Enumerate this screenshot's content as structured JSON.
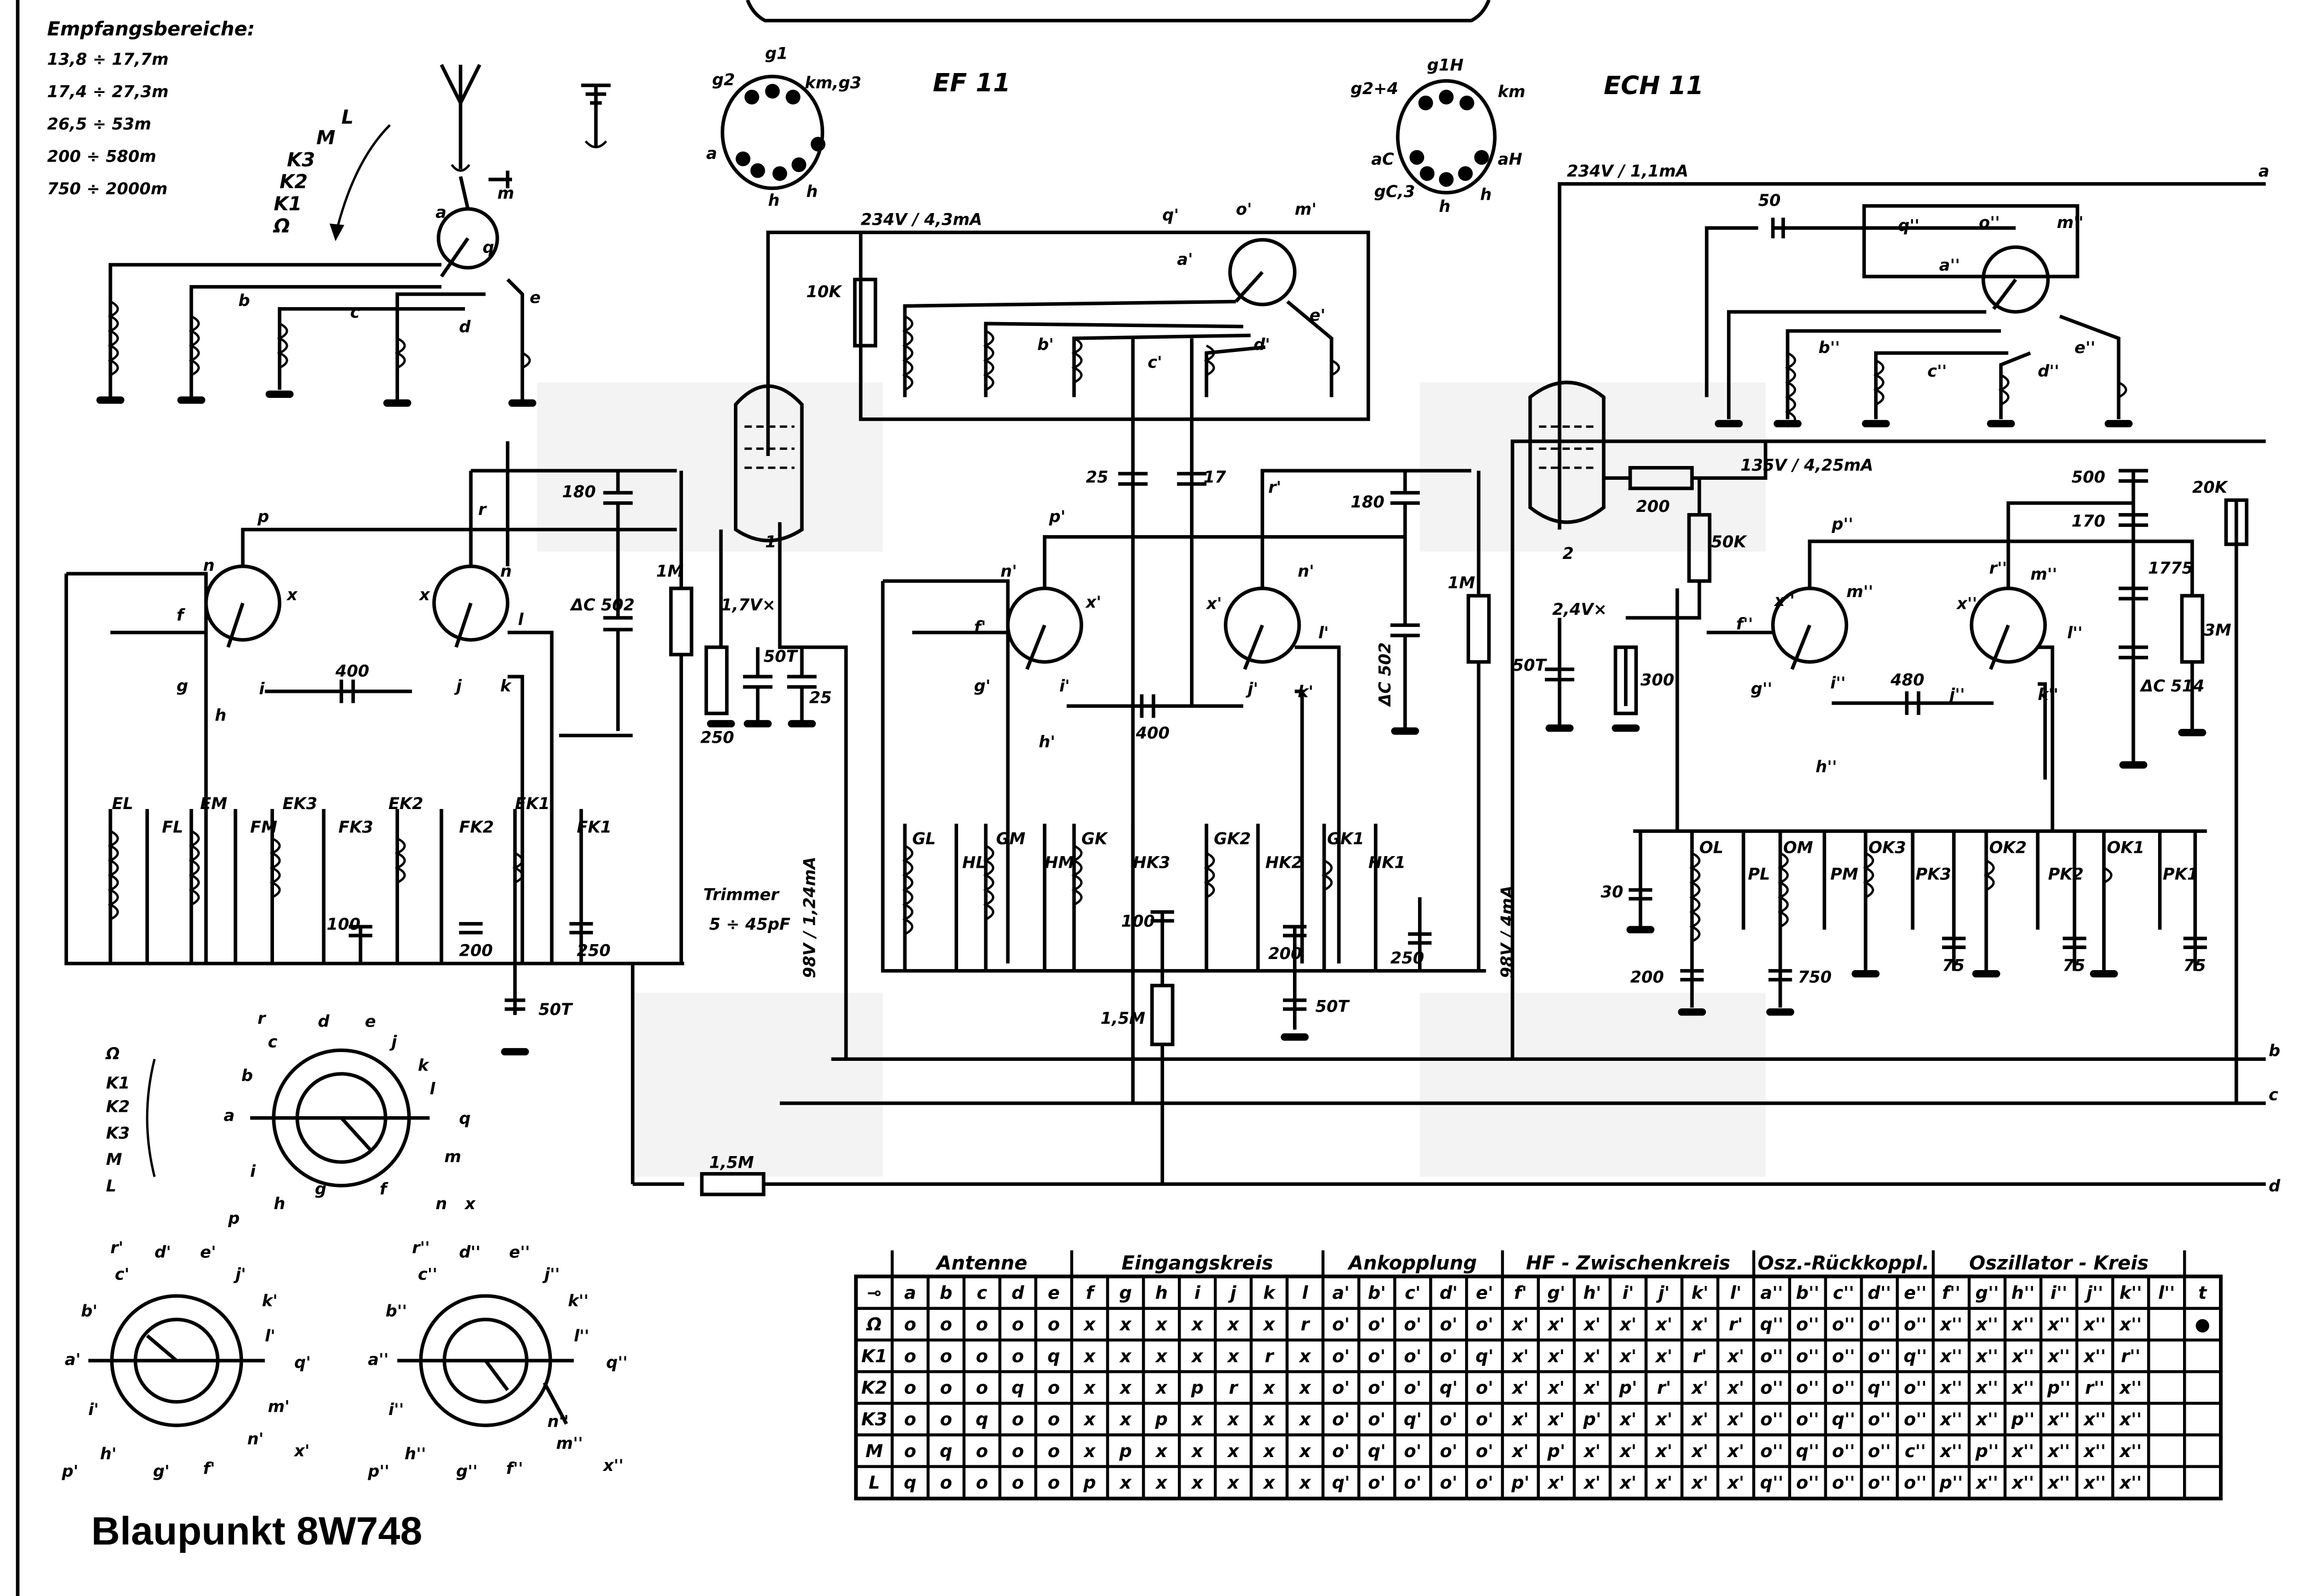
{
  "title": "Blaupunkt 8W748",
  "reception_ranges": {
    "heading": "Empfangsbereiche:",
    "ranges": [
      "13,8 ÷ 17,7m",
      "17,4 ÷ 27,3m",
      "26,5 ÷ 53m",
      "200 ÷ 580m",
      "750 ÷ 2000m"
    ]
  },
  "band_selector": {
    "positions": [
      "L",
      "M",
      "K3",
      "K2",
      "K1",
      "Ω"
    ]
  },
  "tubes": [
    {
      "name": "EF 11",
      "pins": [
        "g1",
        "g2",
        "km,g3",
        "a",
        "h",
        "h"
      ],
      "supply": "234V / 4,3mA",
      "index": "1"
    },
    {
      "name": "ECH 11",
      "pins": [
        "g1H",
        "g2+4",
        "km",
        "aC",
        "aH",
        "gC,3",
        "h",
        "h"
      ],
      "supply": "234V / 1,1mA",
      "index": "2"
    }
  ],
  "voltages": {
    "grid1": "1,7V×",
    "grid2": "2,4V×",
    "screen_ech": "135V / 4,25mA",
    "rail_98_1": "98V / 1,24mA",
    "rail_98_2": "98V / 4mA"
  },
  "components": {
    "c180a": "180",
    "c502a": "ΔC 502",
    "r1m_a": "1M",
    "c400a": "400",
    "c100a": "100",
    "c200a": "200",
    "c250a": "250",
    "c50ta": "50T",
    "r10k": "10K",
    "r250": "250",
    "c50t_b": "50T",
    "c25": "25",
    "c25b": "25",
    "c17": "17",
    "c180b": "180",
    "c502b": "ΔC 502",
    "r1m_b": "1M",
    "c400b": "400",
    "c100b": "100",
    "c200b": "200",
    "c250b": "250",
    "c50t_c": "50T",
    "r1_5m_a": "1,5M",
    "r1_5m_b": "1,5M",
    "c50": "50",
    "r200": "200",
    "r50k": "50K",
    "c50t_d": "50T",
    "r300": "300",
    "c500": "500",
    "r20k": "20K",
    "c170": "170",
    "c1775": "1775",
    "c514": "ΔC 514",
    "r3m": "3M",
    "c480": "480",
    "c30": "30",
    "c200c": "200",
    "c750": "750",
    "c75a": "75",
    "c75b": "75",
    "c75c": "75",
    "trimmer": "Trimmer",
    "trimmer_range": "5 ÷ 45pF"
  },
  "coils": {
    "input": [
      "EL",
      "FL",
      "EM",
      "FM",
      "EK3",
      "FK3",
      "EK2",
      "FK2",
      "EK1",
      "FK1"
    ],
    "hf": [
      "GL",
      "HL",
      "GM",
      "HM",
      "GK",
      "HK3",
      "GK2",
      "HK2",
      "GK1",
      "HK1"
    ],
    "osc": [
      "OL",
      "PL",
      "OM",
      "PM",
      "OK3",
      "PK3",
      "OK2",
      "PK2",
      "OK1",
      "PK1"
    ]
  },
  "bus_labels": [
    "a",
    "b",
    "c",
    "d"
  ],
  "switch_contacts": {
    "antenna": [
      "a",
      "b",
      "c",
      "d",
      "e",
      "m",
      "q"
    ],
    "input_left": [
      "n",
      "p",
      "f",
      "g",
      "h",
      "i",
      "x"
    ],
    "input_right": [
      "r",
      "n",
      "x",
      "l",
      "j",
      "k"
    ],
    "hf_top": [
      "a'",
      "q'",
      "o'",
      "m'",
      "b'",
      "c'",
      "d'",
      "e'"
    ],
    "hf_left": [
      "p'",
      "n'",
      "x'",
      "f'",
      "g'",
      "h'",
      "i'"
    ],
    "hf_right": [
      "r'",
      "n'",
      "x'",
      "l'",
      "j'",
      "k'"
    ],
    "osc_top": [
      "q''",
      "o''",
      "m''",
      "a''",
      "b''",
      "c''",
      "d''",
      "e''"
    ],
    "osc_left": [
      "p''",
      "x''",
      "m''",
      "f''",
      "g''",
      "h''",
      "i''"
    ],
    "osc_right": [
      "r''",
      "m''",
      "x''",
      "l''",
      "j''",
      "k''"
    ]
  },
  "switch_wafer_1": {
    "positions": [
      "Ω",
      "K1",
      "K2",
      "K3",
      "M",
      "L"
    ],
    "contacts": [
      "r",
      "d",
      "e",
      "c",
      "j",
      "k",
      "b",
      "l",
      "a",
      "q",
      "m",
      "x",
      "n",
      "f",
      "g",
      "h",
      "p",
      "i"
    ]
  },
  "switch_wafer_2": {
    "contacts": [
      "r'",
      "d'",
      "e'",
      "c'",
      "j'",
      "k'",
      "b'",
      "l'",
      "a'",
      "q'",
      "m'",
      "x'",
      "n'",
      "f'",
      "g'",
      "h'",
      "p'",
      "i'"
    ]
  },
  "switch_wafer_3": {
    "contacts": [
      "r''",
      "d''",
      "e''",
      "c''",
      "j''",
      "k''",
      "b''",
      "l''",
      "a''",
      "q''",
      "m''",
      "x''",
      "n''",
      "f''",
      "g''",
      "h''",
      "p''",
      "i''"
    ]
  },
  "switch_table": {
    "groups": [
      {
        "label": "Antenne",
        "span": 5
      },
      {
        "label": "Eingangskreis",
        "span": 7
      },
      {
        "label": "Ankopplung",
        "span": 5
      },
      {
        "label": "HF - Zwischenkreis",
        "span": 7
      },
      {
        "label": "Osz.-Rückkoppl.",
        "span": 5
      },
      {
        "label": "Oszillator - Kreis",
        "span": 7
      },
      {
        "label": "",
        "span": 1
      }
    ],
    "header": [
      "⊸",
      "a",
      "b",
      "c",
      "d",
      "e",
      "f",
      "g",
      "h",
      "i",
      "j",
      "k",
      "l",
      "a'",
      "b'",
      "c'",
      "d'",
      "e'",
      "f'",
      "g'",
      "h'",
      "i'",
      "j'",
      "k'",
      "l'",
      "a''",
      "b''",
      "c''",
      "d''",
      "e''",
      "f''",
      "g''",
      "h''",
      "i''",
      "j''",
      "k''",
      "l''",
      "t"
    ],
    "rows": [
      [
        "Ω",
        "o",
        "o",
        "o",
        "o",
        "o",
        "x",
        "x",
        "x",
        "x",
        "x",
        "x",
        "r",
        "o'",
        "o'",
        "o'",
        "o'",
        "o'",
        "x'",
        "x'",
        "x'",
        "x'",
        "x'",
        "x'",
        "r'",
        "q''",
        "o''",
        "o''",
        "o''",
        "o''",
        "x''",
        "x''",
        "x''",
        "x''",
        "x''",
        "x''",
        "",
        "●"
      ],
      [
        "K1",
        "o",
        "o",
        "o",
        "o",
        "q",
        "x",
        "x",
        "x",
        "x",
        "x",
        "r",
        "x",
        "o'",
        "o'",
        "o'",
        "o'",
        "q'",
        "x'",
        "x'",
        "x'",
        "x'",
        "x'",
        "r'",
        "x'",
        "o''",
        "o''",
        "o''",
        "o''",
        "q''",
        "x''",
        "x''",
        "x''",
        "x''",
        "x''",
        "r''",
        "",
        ""
      ],
      [
        "K2",
        "o",
        "o",
        "o",
        "q",
        "o",
        "x",
        "x",
        "x",
        "p",
        "r",
        "x",
        "x",
        "o'",
        "o'",
        "o'",
        "q'",
        "o'",
        "x'",
        "x'",
        "x'",
        "p'",
        "r'",
        "x'",
        "x'",
        "o''",
        "o''",
        "o''",
        "q''",
        "o''",
        "x''",
        "x''",
        "x''",
        "p''",
        "r''",
        "x''",
        "",
        ""
      ],
      [
        "K3",
        "o",
        "o",
        "q",
        "o",
        "o",
        "x",
        "x",
        "p",
        "x",
        "x",
        "x",
        "x",
        "o'",
        "o'",
        "q'",
        "o'",
        "o'",
        "x'",
        "x'",
        "p'",
        "x'",
        "x'",
        "x'",
        "x'",
        "o''",
        "o''",
        "q''",
        "o''",
        "o''",
        "x''",
        "x''",
        "p''",
        "x''",
        "x''",
        "x''",
        "",
        ""
      ],
      [
        "M",
        "o",
        "q",
        "o",
        "o",
        "o",
        "x",
        "p",
        "x",
        "x",
        "x",
        "x",
        "x",
        "o'",
        "q'",
        "o'",
        "o'",
        "o'",
        "x'",
        "p'",
        "x'",
        "x'",
        "x'",
        "x'",
        "x'",
        "o''",
        "q''",
        "o''",
        "o''",
        "c''",
        "x''",
        "p''",
        "x''",
        "x''",
        "x''",
        "x''",
        "",
        ""
      ],
      [
        "L",
        "q",
        "o",
        "o",
        "o",
        "o",
        "p",
        "x",
        "x",
        "x",
        "x",
        "x",
        "x",
        "q'",
        "o'",
        "o'",
        "o'",
        "o'",
        "p'",
        "x'",
        "x'",
        "x'",
        "x'",
        "x'",
        "x'",
        "q''",
        "o''",
        "o''",
        "o''",
        "o''",
        "p''",
        "x''",
        "x''",
        "x''",
        "x''",
        "x''",
        "",
        ""
      ]
    ]
  }
}
